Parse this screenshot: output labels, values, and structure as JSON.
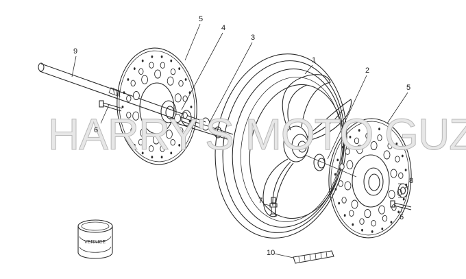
{
  "watermark": "HARRY'S MOTO GUZZI©",
  "tin_label": "VERNICE",
  "callouts": [
    {
      "id": "c1",
      "text": "1"
    },
    {
      "id": "c2",
      "text": "2"
    },
    {
      "id": "c3",
      "text": "3"
    },
    {
      "id": "c4",
      "text": "4"
    },
    {
      "id": "c5a",
      "text": "5"
    },
    {
      "id": "c5b",
      "text": "5"
    },
    {
      "id": "c6a",
      "text": "6"
    },
    {
      "id": "c6b",
      "text": "6"
    },
    {
      "id": "c7",
      "text": "7"
    },
    {
      "id": "c8",
      "text": "8"
    },
    {
      "id": "c9",
      "text": "9"
    },
    {
      "id": "c10",
      "text": "10"
    }
  ]
}
